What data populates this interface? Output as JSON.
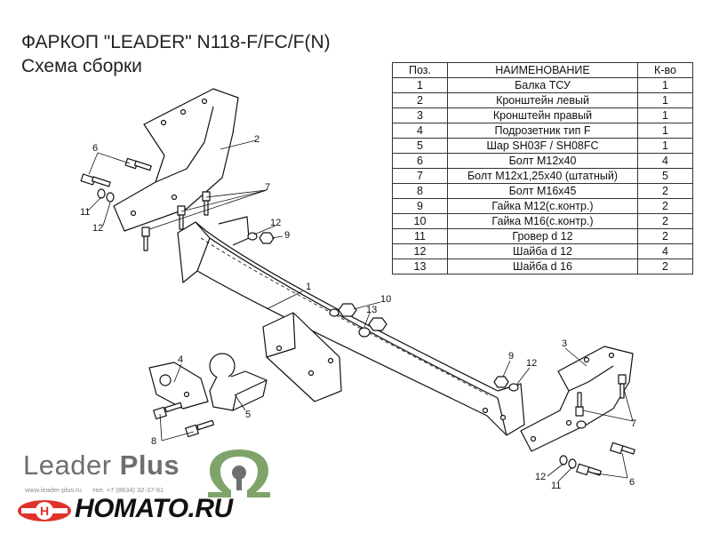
{
  "header": {
    "title": "ФАРКОП \"LEADER\" N118-F/FC/F(N)",
    "subtitle": "Схема сборки"
  },
  "table": {
    "headers": [
      "Поз.",
      "НАИМЕНОВАНИЕ",
      "К-во"
    ],
    "rows": [
      [
        "1",
        "Балка ТСУ",
        "1"
      ],
      [
        "2",
        "Кронштейн левый",
        "1"
      ],
      [
        "3",
        "Кронштейн правый",
        "1"
      ],
      [
        "4",
        "Подрозетник тип F",
        "1"
      ],
      [
        "5",
        "Шар SH03F / SH08FC",
        "1"
      ],
      [
        "6",
        "Болт М12х40",
        "4"
      ],
      [
        "7",
        "Болт М12х1,25х40 (штатный)",
        "5"
      ],
      [
        "8",
        "Болт М16х45",
        "2"
      ],
      [
        "9",
        "Гайка М12(с.контр.)",
        "2"
      ],
      [
        "10",
        "Гайка  М16(с.контр.)",
        "2"
      ],
      [
        "11",
        "Гровер d 12",
        "2"
      ],
      [
        "12",
        "Шайба d 12",
        "4"
      ],
      [
        "13",
        "Шайба d 16",
        "2"
      ]
    ]
  },
  "callouts": {
    "c1": "1",
    "c2": "2",
    "c3": "3",
    "c4": "4",
    "c5": "5",
    "c6a": "6",
    "c6b": "6",
    "c7a": "7",
    "c7b": "7",
    "c8": "8",
    "c9a": "9",
    "c9b": "9",
    "c10": "10",
    "c11a": "11",
    "c11b": "11",
    "c12a": "12",
    "c12b": "12",
    "c12c": "12",
    "c12d": "12",
    "c13": "13"
  },
  "branding": {
    "brand_name": "Leader",
    "brand_plus": "Plus",
    "website": "www.leader-plus.ru",
    "phone": "тел. +7 (8634) 32-37-91",
    "retailer": "HOMATO.RU",
    "accent_green": "#7ea46a",
    "accent_red": "#e0332b"
  }
}
